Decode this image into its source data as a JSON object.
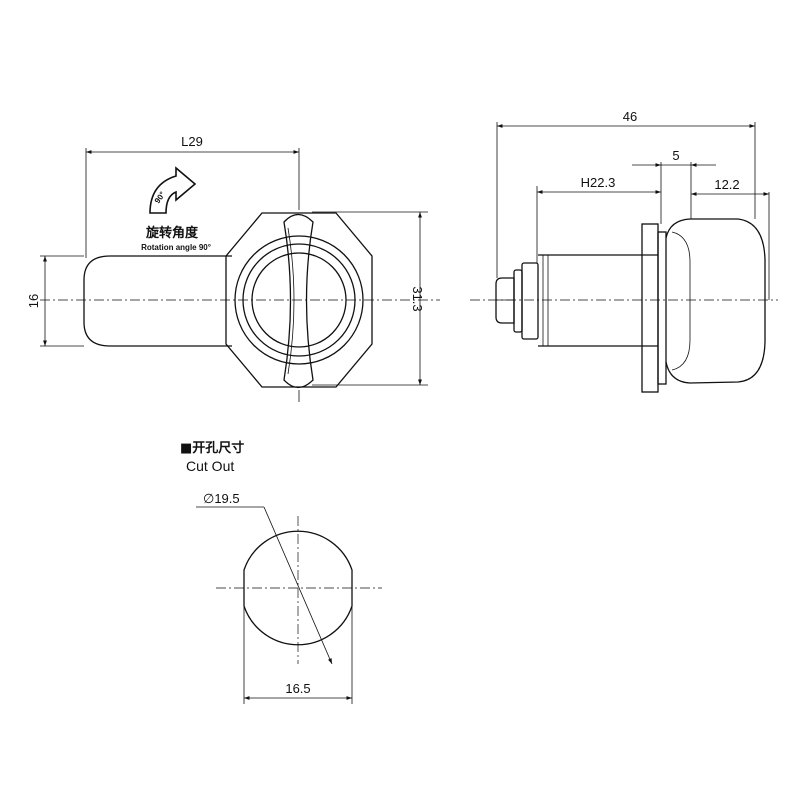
{
  "front_view": {
    "dim_length": "L29",
    "dim_height": "16",
    "dim_hex": "31.3",
    "rotation_cn": "旋转角度",
    "rotation_en": "Rotation angle 90°",
    "rotation_arrow_label": "90°"
  },
  "side_view": {
    "dim_total": "46",
    "dim_thread": "H22.3",
    "dim_flange": "5",
    "dim_knob": "12.2"
  },
  "cutout": {
    "title_cn": "■开孔尺寸",
    "title_en": "Cut Out",
    "dim_diameter": "∅19.5",
    "dim_width": "16.5"
  },
  "colors": {
    "line": "#111111",
    "background": "#ffffff"
  }
}
